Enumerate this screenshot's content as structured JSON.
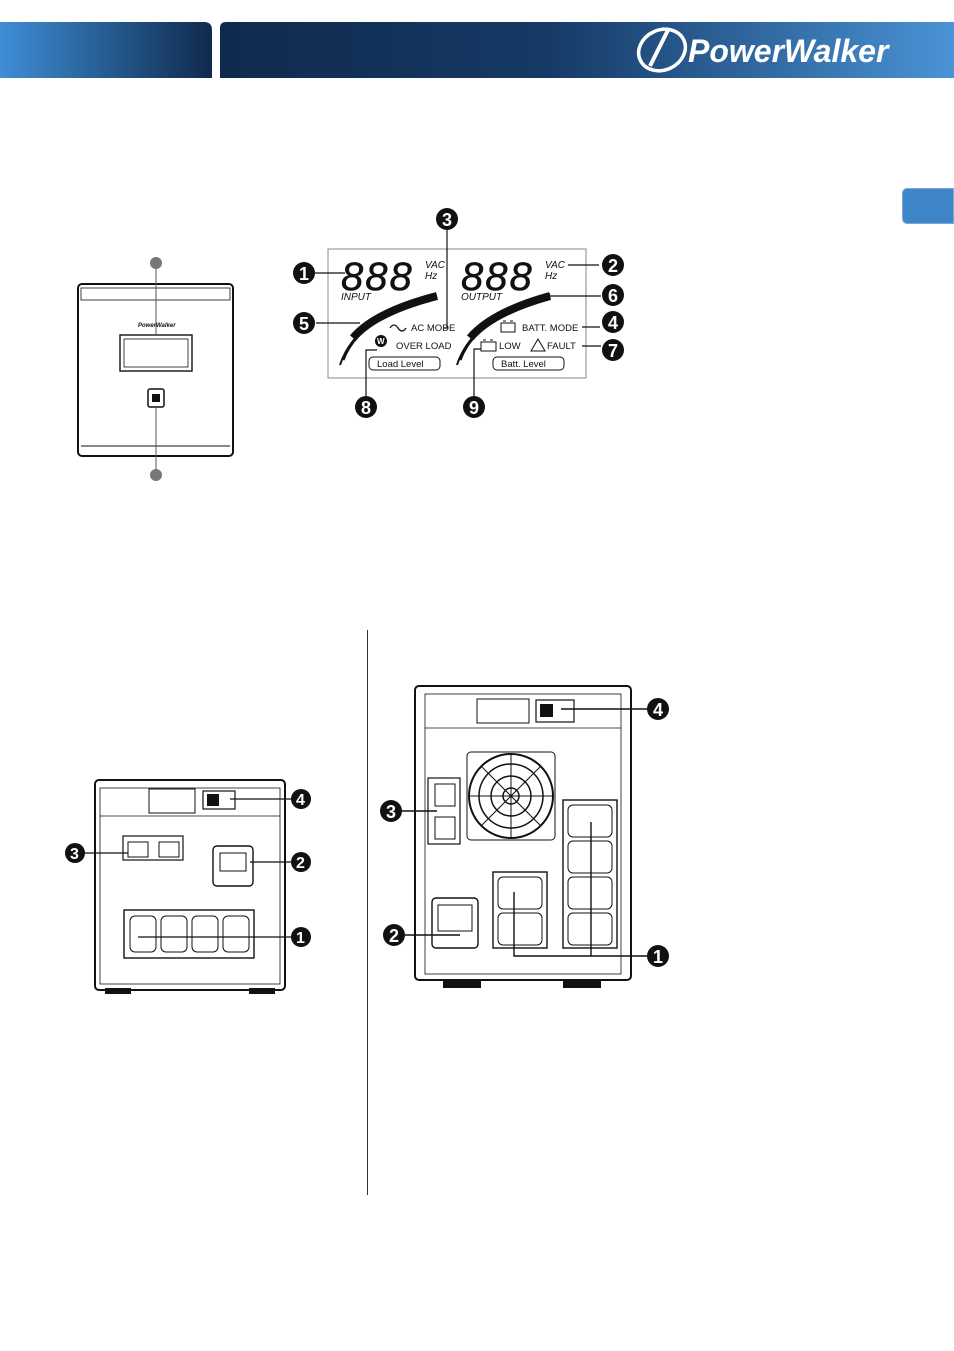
{
  "header": {
    "brand": "PowerWalker",
    "accent": "#2f7bc4",
    "dark": "#0f2a4d"
  },
  "lcd": {
    "digits_input": "888",
    "digits_output": "888",
    "unit_vac_in": "VAC",
    "unit_hz_in": "Hz",
    "unit_vac_out": "VAC",
    "unit_hz_out": "Hz",
    "label_input": "INPUT",
    "label_output": "OUTPUT",
    "ac_mode": "AC MODE",
    "over_load": "OVER LOAD",
    "batt_mode": "BATT. MODE",
    "low": "LOW",
    "fault": "FAULT",
    "load_level": "Load Level",
    "batt_level": "Batt. Level",
    "w_badge": "W",
    "callouts": [
      "1",
      "2",
      "3",
      "4",
      "5",
      "6",
      "7",
      "8",
      "9"
    ]
  },
  "front_panel": {
    "logo_text": "PowerWalker"
  },
  "rear_small": {
    "callouts": [
      "4",
      "3",
      "2",
      "1"
    ]
  },
  "rear_large": {
    "callouts": [
      "4",
      "3",
      "2",
      "1"
    ]
  }
}
